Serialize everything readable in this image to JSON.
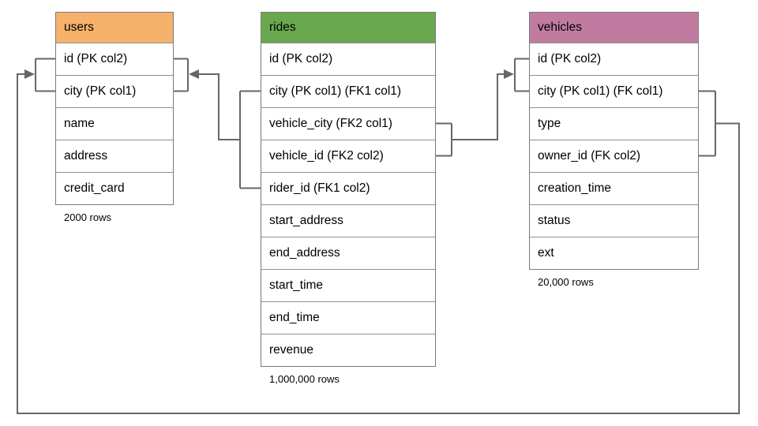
{
  "diagram": {
    "connector_color": "#666666",
    "tables": [
      {
        "name": "users",
        "header_color": "#F6B26B",
        "rows_label": "2000 rows",
        "columns": [
          "id (PK col2)",
          "city (PK col1)",
          "name",
          "address",
          "credit_card"
        ]
      },
      {
        "name": "rides",
        "header_color": "#6AA84F",
        "rows_label": "1,000,000 rows",
        "columns": [
          "id (PK col2)",
          "city (PK col1) (FK1 col1)",
          "vehicle_city (FK2 col1)",
          "vehicle_id (FK2 col2)",
          "rider_id (FK1 col2)",
          "start_address",
          "end_address",
          "start_time",
          "end_time",
          "revenue"
        ]
      },
      {
        "name": "vehicles",
        "header_color": "#C27BA0",
        "rows_label": "20,000 rows",
        "columns": [
          "id (PK col2)",
          "city (PK col1) (FK col1)",
          "type",
          "owner_id (FK col2)",
          "creation_time",
          "status",
          "ext"
        ]
      }
    ],
    "relationships": [
      {
        "from_table": "rides",
        "from_columns": "city, rider_id",
        "to_table": "users",
        "to_columns": "id, city"
      },
      {
        "from_table": "rides",
        "from_columns": "vehicle_city, vehicle_id",
        "to_table": "vehicles",
        "to_columns": "id, city"
      },
      {
        "from_table": "vehicles",
        "from_columns": "city, owner_id",
        "to_table": "users",
        "to_columns": "id, city"
      }
    ]
  }
}
